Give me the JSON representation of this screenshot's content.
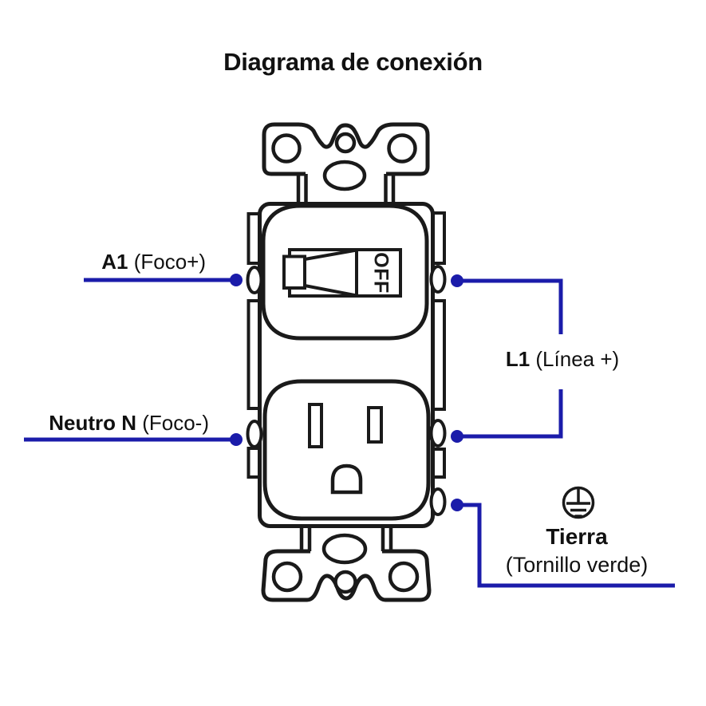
{
  "title": "Diagrama de conexión",
  "labels": {
    "a1": {
      "term": "A1",
      "desc": " (Foco+)"
    },
    "neutro": {
      "term": "Neutro N",
      "desc": " (Foco-)"
    },
    "l1": {
      "term": "L1",
      "desc": " (Línea +)"
    },
    "tierra": {
      "term": "Tierra",
      "desc": "(Tornillo verde)"
    }
  },
  "switch": {
    "state": "OFF"
  },
  "colors": {
    "wire": "#1b1caa",
    "outline": "#1a1a1a"
  }
}
